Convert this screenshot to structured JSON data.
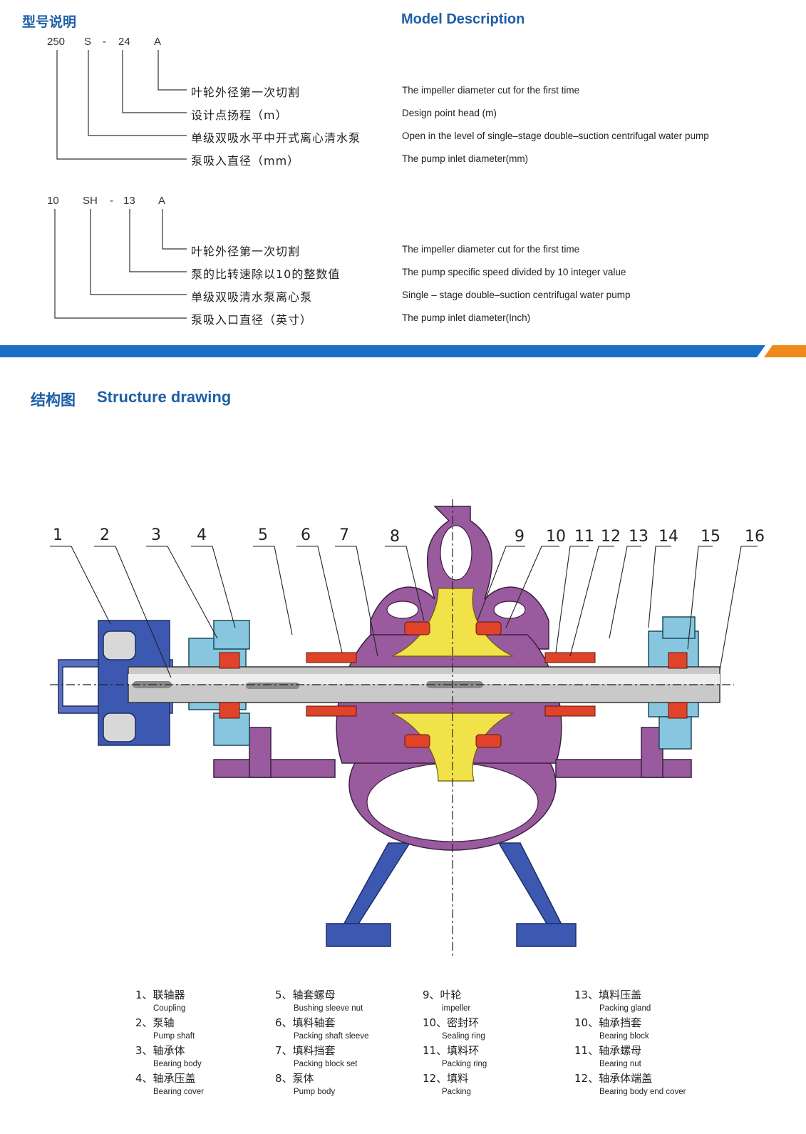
{
  "header": {
    "title_cn": "型号说明",
    "title_en": "Model Description"
  },
  "model1": {
    "codes": [
      "250",
      "S",
      "-",
      "24",
      "A"
    ],
    "items": [
      {
        "cn": "叶轮外径第一次切割",
        "en": "The impeller diameter cut for the first time"
      },
      {
        "cn": "设计点扬程（m）",
        "en": "Design point head (m)"
      },
      {
        "cn": "单级双吸水平中开式离心清水泵",
        "en": "Open in the level of single–stage double–suction centrifugal water pump"
      },
      {
        "cn": "泵吸入直径（mm）",
        "en": "The pump inlet diameter(mm)"
      }
    ]
  },
  "model2": {
    "codes": [
      "10",
      "SH",
      "-",
      "13",
      "A"
    ],
    "items": [
      {
        "cn": "叶轮外径第一次切割",
        "en": "The impeller diameter cut for the first time"
      },
      {
        "cn": "泵的比转速除以10的整数值",
        "en": "The pump specific speed divided by 10 integer value"
      },
      {
        "cn": "单级双吸清水泵离心泵",
        "en": "Single – stage double–suction centrifugal water pump"
      },
      {
        "cn": "泵吸入口直径（英寸）",
        "en": "The pump inlet diameter(Inch)"
      }
    ]
  },
  "structure": {
    "title_cn": "结构图",
    "title_en": "Structure drawing",
    "callouts": [
      "1",
      "2",
      "3",
      "4",
      "5",
      "6",
      "7",
      "8",
      "9",
      "10",
      "11",
      "12",
      "13",
      "14",
      "15",
      "16"
    ]
  },
  "legend": [
    [
      {
        "cn": "1、联轴器",
        "en": "Coupling"
      },
      {
        "cn": "2、泵轴",
        "en": "Pump shaft"
      },
      {
        "cn": "3、轴承体",
        "en": "Bearing body"
      },
      {
        "cn": "4、轴承压盖",
        "en": "Bearing cover"
      }
    ],
    [
      {
        "cn": "5、轴套螺母",
        "en": "Bushing sleeve nut"
      },
      {
        "cn": "6、填料轴套",
        "en": "Packing shaft sleeve"
      },
      {
        "cn": "7、填料挡套",
        "en": "Packing block set"
      },
      {
        "cn": "8、泵体",
        "en": "Pump body"
      }
    ],
    [
      {
        "cn": "9、叶轮",
        "en": "impeller"
      },
      {
        "cn": "10、密封环",
        "en": "Sealing ring"
      },
      {
        "cn": "11、填料环",
        "en": "Packing ring"
      },
      {
        "cn": "12、填料",
        "en": "Packing"
      }
    ],
    [
      {
        "cn": "13、填料压盖",
        "en": "Packing gland"
      },
      {
        "cn": "10、轴承挡套",
        "en": "Bearing block"
      },
      {
        "cn": "11、轴承螺母",
        "en": "Bearing nut"
      },
      {
        "cn": "12、轴承体端盖",
        "en": "Bearing body  end cover"
      }
    ]
  ],
  "colors": {
    "heading_blue": "#1f5fa6",
    "band_blue": "#1a6fc4",
    "band_orange": "#f08a1c",
    "pump_body": "#9a5a9e",
    "bearing_blue": "#87c6de",
    "base_blue": "#3d58b0",
    "impeller_yellow": "#f2e24a",
    "seal_red": "#e0432a"
  }
}
